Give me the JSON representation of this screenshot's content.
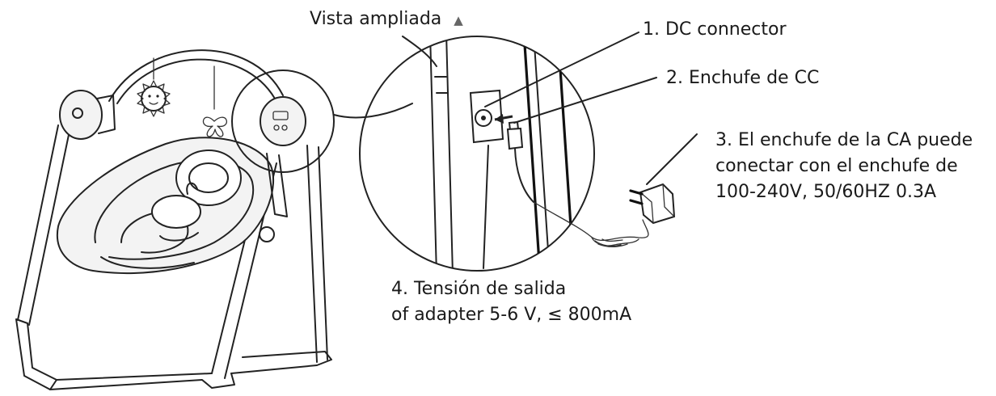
{
  "diagram": {
    "zoom_label": "Vista ampliada",
    "zoom_marker": "▲",
    "callouts": [
      {
        "id": "dc-connector",
        "text": "1. DC connector"
      },
      {
        "id": "enchufe-cc",
        "text": "2. Enchufe de CC"
      },
      {
        "id": "ac-plug",
        "lines": [
          "3. El enchufe de la CA puede",
          "conectar con el enchufe de",
          "100-240V, 50/60HZ 0.3A"
        ]
      },
      {
        "id": "output-voltage",
        "lines": [
          "4. Tensión de salida",
          "of adapter 5-6 V, ≤  800mA"
        ]
      }
    ]
  }
}
